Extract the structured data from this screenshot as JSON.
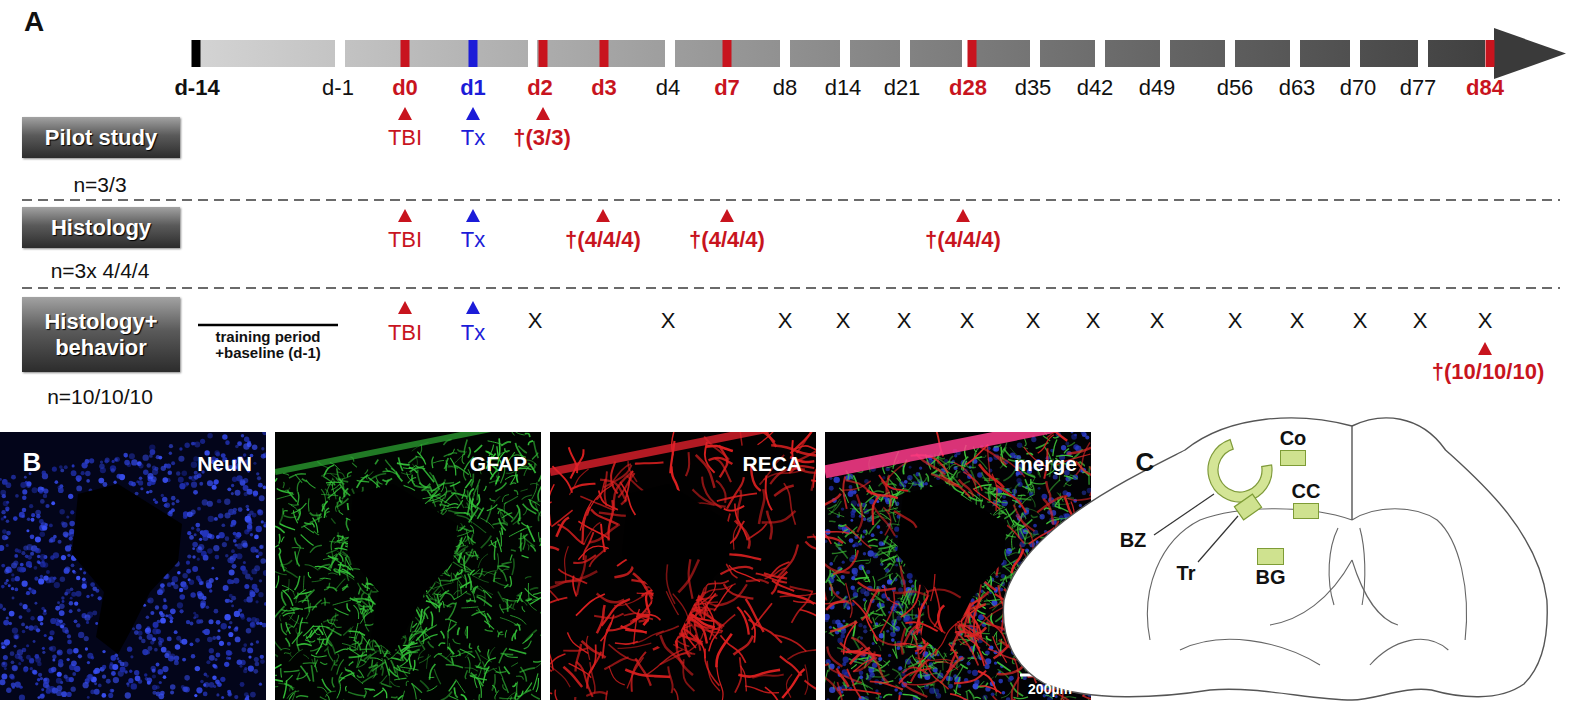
{
  "diagram": {
    "nodes": [
      {
        "text": [
          "Pilot study"
        ]
      },
      {
        "text": [
          "Histology"
        ]
      },
      {
        "text": [
          "Histology+ behavior"
        ]
      },
      {
        "text": [
          "NeuN"
        ]
      },
      {
        "text": [
          "GFAP"
        ]
      },
      {
        "text": [
          "RECA"
        ]
      },
      {
        "text": [
          "merge",
          "200µm"
        ]
      },
      {
        "text": [
          "Co"
        ]
      },
      {
        "text": [
          "CC"
        ]
      },
      {
        "text": [
          "BG"
        ]
      }
    ],
    "labels": [
      "A",
      "d-14",
      "d-1",
      "d0",
      "d1",
      "d2",
      "d3",
      "d4",
      "d7",
      "d8",
      "d14",
      "d21",
      "d28",
      "d35",
      "d42",
      "d49",
      "d56",
      "d63",
      "d70",
      "d77",
      "d84",
      "TBI",
      "Tx",
      "†(3/3)",
      "n=3/3",
      "TBI",
      "Tx",
      "†(4/4/4)",
      "†(4/4/4)",
      "†(4/4/4)",
      "n=3x 4/4/4",
      "training period +baseline (d-1)",
      "TBI",
      "Tx",
      "X",
      "X",
      "X",
      "X",
      "X",
      "X",
      "X",
      "X",
      "X",
      "X",
      "X",
      "X",
      "X",
      "X",
      "†(10/10/10)",
      "n=10/10/10",
      "B",
      "C",
      "BZ",
      "Tr"
    ]
  }
}
